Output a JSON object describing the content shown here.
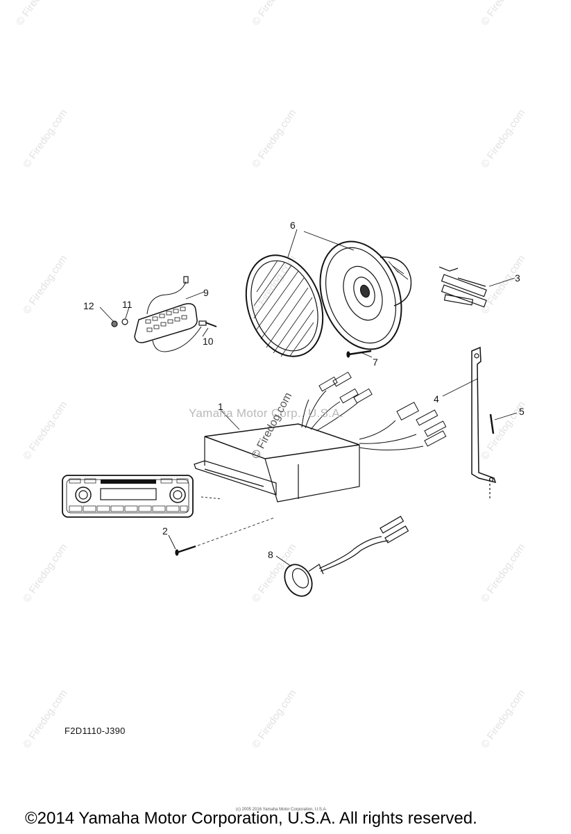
{
  "callouts": [
    {
      "id": "1",
      "text": "1"
    },
    {
      "id": "2",
      "text": "2"
    },
    {
      "id": "3",
      "text": "3"
    },
    {
      "id": "4",
      "text": "4"
    },
    {
      "id": "5",
      "text": "5"
    },
    {
      "id": "6",
      "text": "6"
    },
    {
      "id": "7",
      "text": "7"
    },
    {
      "id": "8",
      "text": "8"
    },
    {
      "id": "9",
      "text": "9"
    },
    {
      "id": "10",
      "text": "10"
    },
    {
      "id": "11",
      "text": "11"
    },
    {
      "id": "12",
      "text": "12"
    }
  ],
  "watermark": {
    "text": "© Firedog.com",
    "center_text": "Yamaha Motor Corp., U.S.A.",
    "center_rotated": "© Firedog.com"
  },
  "drawing_code": "F2D1110-J390",
  "tiny_copyright": "(c) 2005 2016 Yamaha Motor Corporation, U.S.A.",
  "footer": "©2014 Yamaha Motor Corporation, U.S.A. All rights reserved.",
  "colors": {
    "line": "#111111",
    "watermark": "#e2e2e2"
  }
}
